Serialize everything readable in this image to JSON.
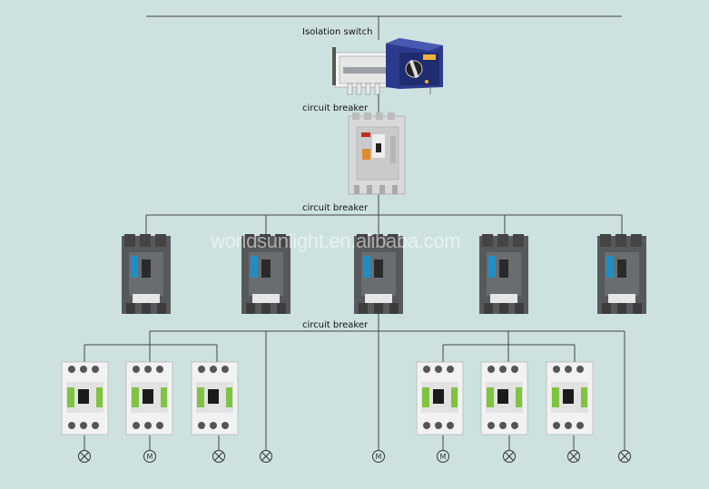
{
  "labels": {
    "isolation_switch": "Isolation switch",
    "circuit_breaker_main": "circuit breaker",
    "circuit_breaker_branch": "circuit breaker",
    "circuit_breaker_sub": "circuit breaker"
  },
  "watermark": "worldsunlight.en.alibaba.com",
  "load_symbols": {
    "lamp": "lamp-icon",
    "motor": "motor-icon",
    "motor_letter": "M"
  },
  "colors": {
    "background": "#cde2e0",
    "wire": "#444444",
    "mccb_dark": "#56595c",
    "mccb_accent": "#1e8fc6",
    "mcb_white": "#f2f2f2",
    "mcb_green": "#7fc341",
    "acb_gray": "#d8d9db",
    "acb_red": "#c52a1c",
    "ats_blue": "#2b3a8c"
  },
  "devices": {
    "isolation_switch": "isolation-switch",
    "main_breaker": "air-circuit-breaker",
    "branch_breakers": [
      "mccb-1",
      "mccb-2",
      "mccb-3",
      "mccb-4",
      "mccb-5"
    ],
    "sub_breakers": [
      "sub-breaker-1",
      "sub-breaker-2",
      "sub-breaker-3",
      "sub-breaker-4",
      "sub-breaker-5",
      "sub-breaker-6"
    ]
  },
  "loads": [
    "lamp",
    "motor",
    "lamp",
    "lamp",
    "motor",
    "motor",
    "lamp",
    "lamp",
    "lamp"
  ]
}
